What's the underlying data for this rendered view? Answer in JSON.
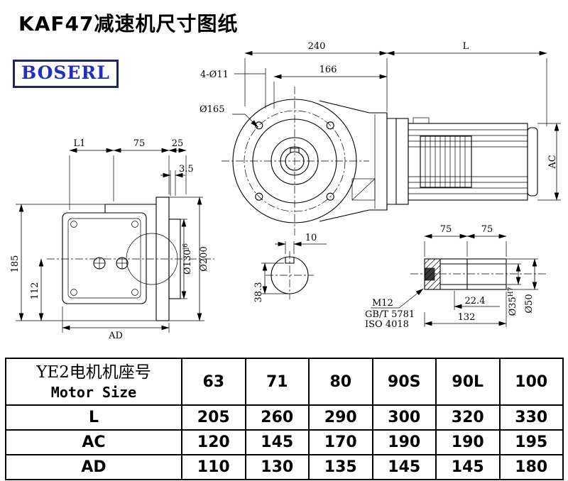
{
  "page": {
    "title": "KAF47减速机尺寸图纸",
    "logo_text": "BOSERL"
  },
  "front_view": {
    "dim_width": "240",
    "dim_motor_length": "L",
    "dim_flange_to_face": "166",
    "dim_bolt_holes": "4-Ø11",
    "dim_bolt_circle": "Ø165",
    "dim_motor_height": "AC"
  },
  "side_view": {
    "dim_l1": "L1",
    "dim_75": "75",
    "dim_25": "25",
    "dim_3_5": "3.5",
    "dim_height": "185",
    "dim_center_height": "112",
    "dim_ad": "AD",
    "dim_spigot": "Ø130",
    "dim_spigot_tol": "j6",
    "dim_flange_od": "Ø200"
  },
  "shaft_end_view": {
    "dim_key_width": "10",
    "dim_key_depth": "38.3"
  },
  "shaft_side_view": {
    "dim_75_left": "75",
    "dim_75_right": "75",
    "thread": "M12",
    "standard_gb": "GB/T 5781",
    "standard_iso": "ISO 4018",
    "dim_22_4": "22.4",
    "dim_length": "132",
    "dim_bore": "Ø35",
    "dim_bore_tol": "H7",
    "dim_od": "Ø50"
  },
  "table": {
    "header_cn": "YE2电机机座号",
    "header_en": "Motor Size",
    "motor_sizes": [
      "63",
      "71",
      "80",
      "90S",
      "90L",
      "100"
    ],
    "rows": [
      {
        "label": "L",
        "values": [
          "205",
          "260",
          "290",
          "300",
          "320",
          "330"
        ]
      },
      {
        "label": "AC",
        "values": [
          "120",
          "145",
          "170",
          "190",
          "190",
          "195"
        ]
      },
      {
        "label": "AD",
        "values": [
          "110",
          "130",
          "135",
          "145",
          "145",
          "180"
        ]
      }
    ]
  }
}
